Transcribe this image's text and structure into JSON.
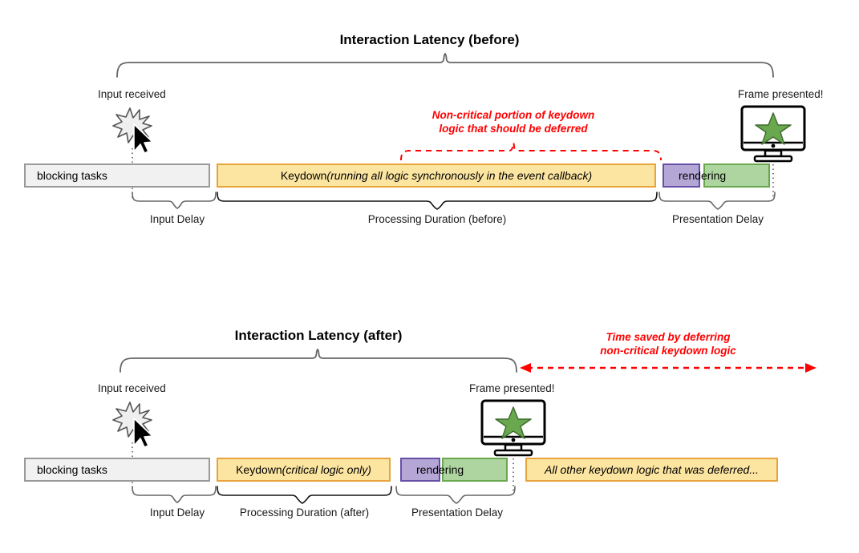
{
  "diagram": {
    "type": "timeline-comparison",
    "sections": [
      {
        "id": "before",
        "title": "Interaction Latency (before)",
        "input_label": "Input received",
        "frame_label": "Frame presented!",
        "annotation": "Non-critical portion of keydown\nlogic that should be deferred",
        "annotation_line1": "Non-critical portion of keydown",
        "annotation_line2": "logic that should be deferred",
        "bars": [
          {
            "name": "blocking-tasks",
            "label": "blocking tasks",
            "style": "blocking"
          },
          {
            "name": "keydown",
            "label_plain": "Keydown ",
            "label_italic": "(running all logic synchronously in the event callback)",
            "style": "keydown"
          },
          {
            "name": "render-purple",
            "label": "",
            "style": "purple"
          },
          {
            "name": "render-green",
            "label": "",
            "style": "green"
          }
        ],
        "overlay_label": "rendering",
        "phases": [
          {
            "name": "input-delay",
            "label": "Input Delay"
          },
          {
            "name": "processing-duration",
            "label": "Processing Duration (before)"
          },
          {
            "name": "presentation-delay",
            "label": "Presentation Delay"
          }
        ]
      },
      {
        "id": "after",
        "title": "Interaction Latency (after)",
        "input_label": "Input received",
        "frame_label": "Frame presented!",
        "annotation_line1": "Time saved by deferring",
        "annotation_line2": "non-critical keydown logic",
        "bars": [
          {
            "name": "blocking-tasks",
            "label": "blocking tasks",
            "style": "blocking"
          },
          {
            "name": "keydown",
            "label_plain": "Keydown ",
            "label_italic": "(critical logic only)",
            "style": "keydown"
          },
          {
            "name": "render-purple",
            "label": "",
            "style": "purple"
          },
          {
            "name": "render-green",
            "label": "",
            "style": "green"
          },
          {
            "name": "deferred-work",
            "label": "All other keydown logic that was deferred...",
            "style": "deferred"
          }
        ],
        "overlay_label": "rendering",
        "phases": [
          {
            "name": "input-delay",
            "label": "Input Delay"
          },
          {
            "name": "processing-duration",
            "label": "Processing Duration (after)"
          },
          {
            "name": "presentation-delay",
            "label": "Presentation Delay"
          }
        ]
      }
    ],
    "colors": {
      "keydown_fill": "#fce5a0",
      "keydown_border": "#e8a33d",
      "blocking_fill": "#f1f1f1",
      "blocking_border": "#999999",
      "purple_fill": "#b4a7d6",
      "purple_border": "#674ea7",
      "green_fill": "#aed5a0",
      "green_border": "#6aa84f",
      "annotation_red": "#ff0000",
      "brace_gray": "#666666",
      "brace_black": "#000000",
      "star_green": "#6aa84f"
    },
    "icons": {
      "input": "cursor-spark-icon",
      "frame": "monitor-star-icon"
    }
  }
}
